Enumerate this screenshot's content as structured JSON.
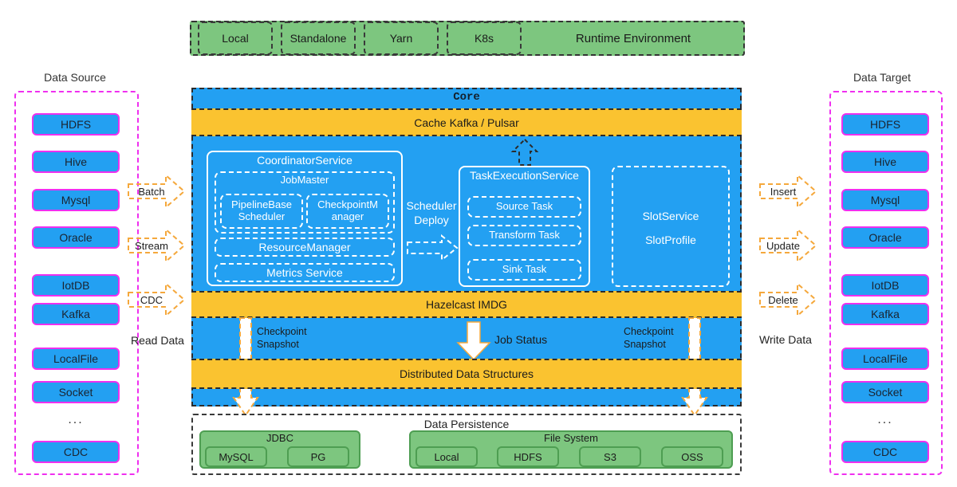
{
  "columns": {
    "source_title": "Data Source",
    "target_title": "Data Target",
    "read_label": "Read Data",
    "write_label": "Write Data",
    "source_items": [
      "HDFS",
      "Hive",
      "Mysql",
      "Oracle",
      "IotDB",
      "Kafka",
      "LocalFile",
      "Socket",
      "...",
      "CDC"
    ],
    "target_items": [
      "HDFS",
      "Hive",
      "Mysql",
      "Oracle",
      "IotDB",
      "Kafka",
      "LocalFile",
      "Socket",
      "...",
      "CDC"
    ],
    "read_arrows": [
      "Batch",
      "Stream",
      "CDC"
    ],
    "write_arrows": [
      "Insert",
      "Update",
      "Delete"
    ]
  },
  "runtime": {
    "cells": [
      "Local",
      "Standalone",
      "Yarn",
      "K8s"
    ],
    "label": "Runtime Environment"
  },
  "core": {
    "title": "Core",
    "cache_bar": "Cache Kafka / Pulsar",
    "hazelcast_bar": "Hazelcast IMDG",
    "distributed_bar": "Distributed Data Structures",
    "job_status": "Job Status",
    "checkpoint_left": "Checkpoint\nSnapshot",
    "checkpoint_left_line1": "Checkpoint",
    "checkpoint_left_line2": "Snapshot",
    "checkpoint_right_line1": "Checkpoint",
    "checkpoint_right_line2": "Snapshot",
    "scheduler_line1": "Scheduler",
    "scheduler_line2": "Deploy",
    "coordinator": {
      "title": "CoordinatorService",
      "jobmaster_title": "JobMaster",
      "jobmaster_cells": [
        "PipelineBase Scheduler",
        "CheckpointM anager"
      ],
      "resource_manager": "ResourceManager",
      "metrics_service": "Metrics Service"
    },
    "task_execution": {
      "title": "TaskExecutionService",
      "tasks": [
        "Source Task",
        "Transform Task",
        "Sink Task"
      ]
    },
    "slot": {
      "service": "SlotService",
      "profile": "SlotProfile"
    }
  },
  "persistence": {
    "title": "Data Persistence",
    "jdbc": {
      "title": "JDBC",
      "cells": [
        "MySQL",
        "PG"
      ]
    },
    "filesystem": {
      "title": "File System",
      "cells": [
        "Local",
        "HDFS",
        "S3",
        "OSS"
      ]
    }
  },
  "colors": {
    "blue": "#23a0f2",
    "orange": "#fac330",
    "green": "#7dc67f",
    "magenta": "#ef2fef",
    "green_border": "#4e9e52",
    "dark": "#2b2b2b"
  }
}
